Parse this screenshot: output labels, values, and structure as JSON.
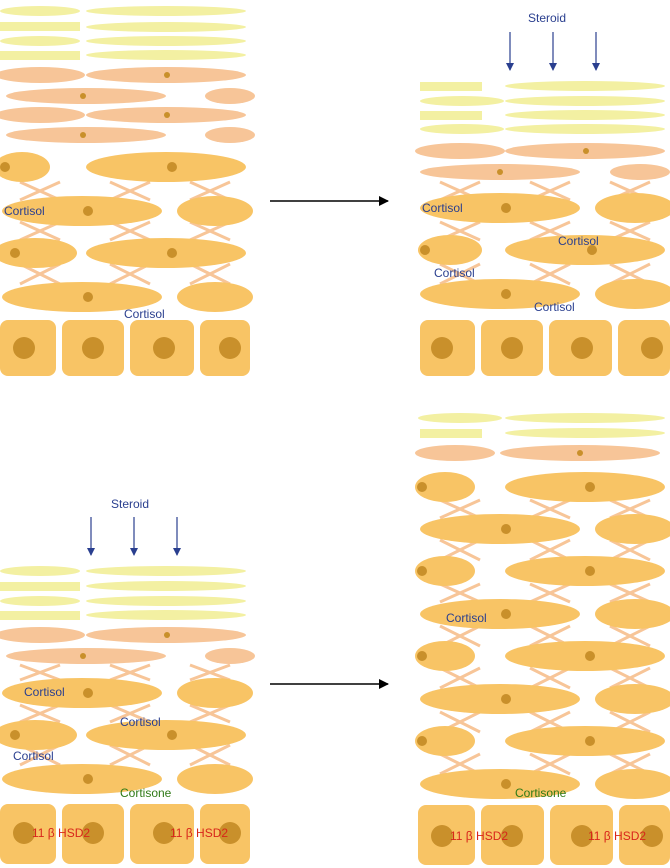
{
  "labels": {
    "cortisol": "Cortisol",
    "steroid": "Steroid",
    "cortisone": "Cortisone",
    "enzyme_symbol": "11 β",
    "enzyme_name": "HSD2"
  },
  "colors": {
    "stratum_corneum": "#f3f0a2",
    "granular": "#f7c598",
    "spinous": "#f8c465",
    "basal": "#f8c465",
    "nucleus": "#c9902b",
    "desmosome": "#f7c598",
    "arrow": "#000000",
    "steroid_arrow": "#2a3f8f"
  }
}
